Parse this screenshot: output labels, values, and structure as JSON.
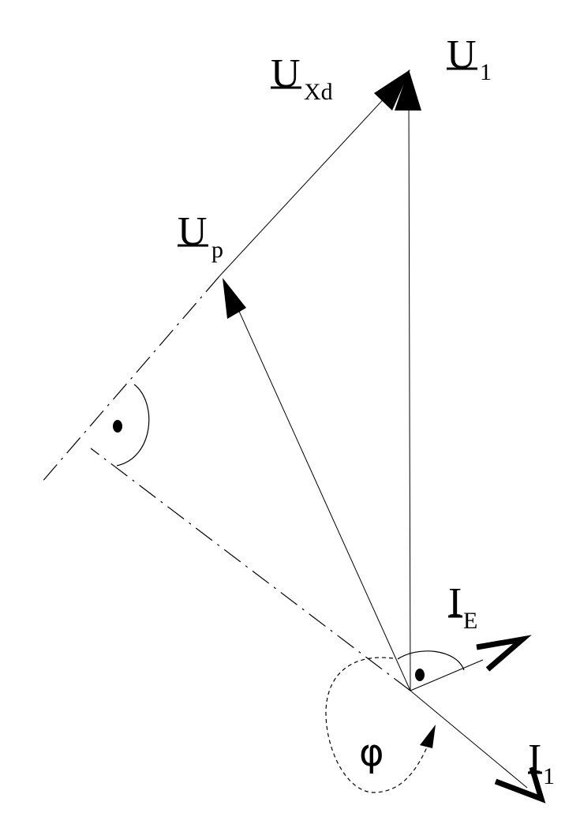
{
  "diagram": {
    "colors": {
      "stroke": "#000000",
      "background": "#ffffff"
    },
    "labels": {
      "u_xd": {
        "main": "U",
        "sub": "Xd"
      },
      "u_1": {
        "main": "U",
        "sub": "1"
      },
      "u_p": {
        "main": "U",
        "sub": "p"
      },
      "i_e": {
        "main": "I",
        "sub": "E"
      },
      "i_1": {
        "main": "I",
        "sub": "1"
      },
      "phi": {
        "main": "φ"
      }
    }
  }
}
